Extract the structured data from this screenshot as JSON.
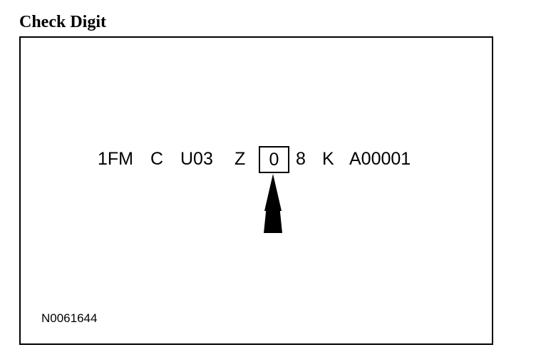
{
  "title": "Check Digit",
  "vin": {
    "segments": [
      "1FM",
      "C",
      "U03",
      "Z",
      "0",
      "8",
      "K",
      "A00001"
    ],
    "check_digit_index": 4
  },
  "figure_code": "N0061644"
}
